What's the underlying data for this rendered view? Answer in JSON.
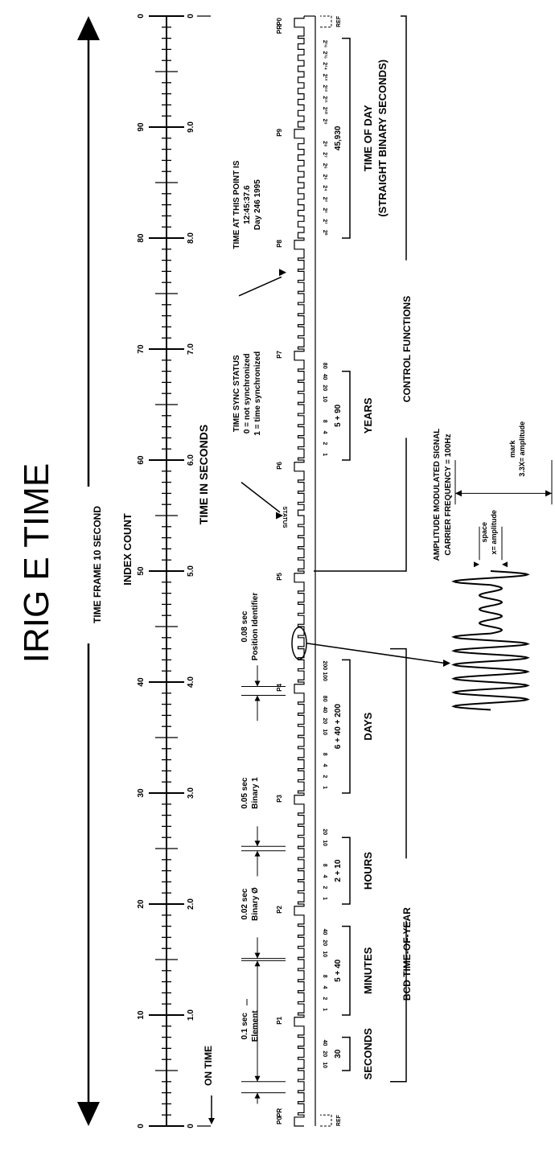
{
  "title": "IRIG E TIME",
  "time_frame_label": "TIME FRAME 10 SECOND",
  "index_count_label": "INDEX COUNT",
  "time_in_seconds_label": "TIME IN SECONDS",
  "on_time_label": "ON TIME",
  "index_ticks": [
    "0",
    "10",
    "20",
    "30",
    "40",
    "50",
    "60",
    "70",
    "80",
    "90",
    "0"
  ],
  "time_ticks": [
    "0",
    "1.0",
    "2.0",
    "3.0",
    "4.0",
    "5.0",
    "6.0",
    "7.0",
    "8.0",
    "9.0",
    "0"
  ],
  "markers": [
    "P0",
    "P1",
    "P2",
    "P3",
    "P4",
    "P5",
    "P6",
    "P7",
    "P8",
    "P9",
    "P0"
  ],
  "pr_label": "PR",
  "ref_label": "REF",
  "pulse_widths": {
    "element": {
      "duration": "0.1 sec",
      "name": "Element"
    },
    "binary0": {
      "duration": "0.02 sec",
      "name": "Binary Ø"
    },
    "binary1": {
      "duration": "0.05 sec",
      "name": "Binary 1"
    },
    "position": {
      "duration": "0.08 sec",
      "name": "Position Identifier"
    }
  },
  "sync_status": {
    "title": "TIME SYNC STATUS",
    "line1": "0 = not synchronized",
    "line2": "1 =  time synchronized",
    "status_label": "STATUS"
  },
  "time_at_point": {
    "line1": "TIME AT THIS POINT IS",
    "line2": "12:45:37.6",
    "line3": "Day 246 1995"
  },
  "groups": {
    "seconds": {
      "label": "SECONDS",
      "value": "30",
      "bits": [
        "10",
        "20",
        "40"
      ]
    },
    "minutes": {
      "label": "MINUTES",
      "value": "5 + 40",
      "bits": [
        "1",
        "2",
        "4",
        "8",
        "10",
        "20",
        "40"
      ]
    },
    "hours": {
      "label": "HOURS",
      "value": "2 + 10",
      "bits": [
        "1",
        "2",
        "4",
        "8",
        "10",
        "20"
      ]
    },
    "days": {
      "label": "DAYS",
      "value": "6 + 40 + 200",
      "bits": [
        "1",
        "2",
        "4",
        "8",
        "10",
        "20",
        "40",
        "80",
        "100",
        "200"
      ]
    },
    "years": {
      "label": "YEARS",
      "value": "5 + 90",
      "bits": [
        "1",
        "2",
        "4",
        "8",
        "10",
        "20",
        "40",
        "80"
      ]
    },
    "tod": {
      "label1": "TIME OF DAY",
      "label2": "(STRAIGHT BINARY SECONDS)",
      "value": "45,930",
      "bits": [
        "2⁰",
        "2¹",
        "2²",
        "2³",
        "2⁴",
        "2⁵",
        "2⁶",
        "2⁷",
        "2⁸",
        "2⁹",
        "2¹⁰",
        "2¹¹",
        "2¹²",
        "2¹³",
        "2¹⁴",
        "2¹⁵",
        "2¹⁶"
      ]
    }
  },
  "bcd_label": "BCD TIME-OF-YEAR",
  "control_label": "CONTROL FUNCTIONS",
  "signal": {
    "title1": "AMPLITUDE MODULATED SIGNAL",
    "title2": "CARRIER FREQUENCY = 100Hz",
    "space1": "space",
    "space2": "x= amplitude",
    "mark1": "mark",
    "mark2": "3.3X= amplitude"
  }
}
